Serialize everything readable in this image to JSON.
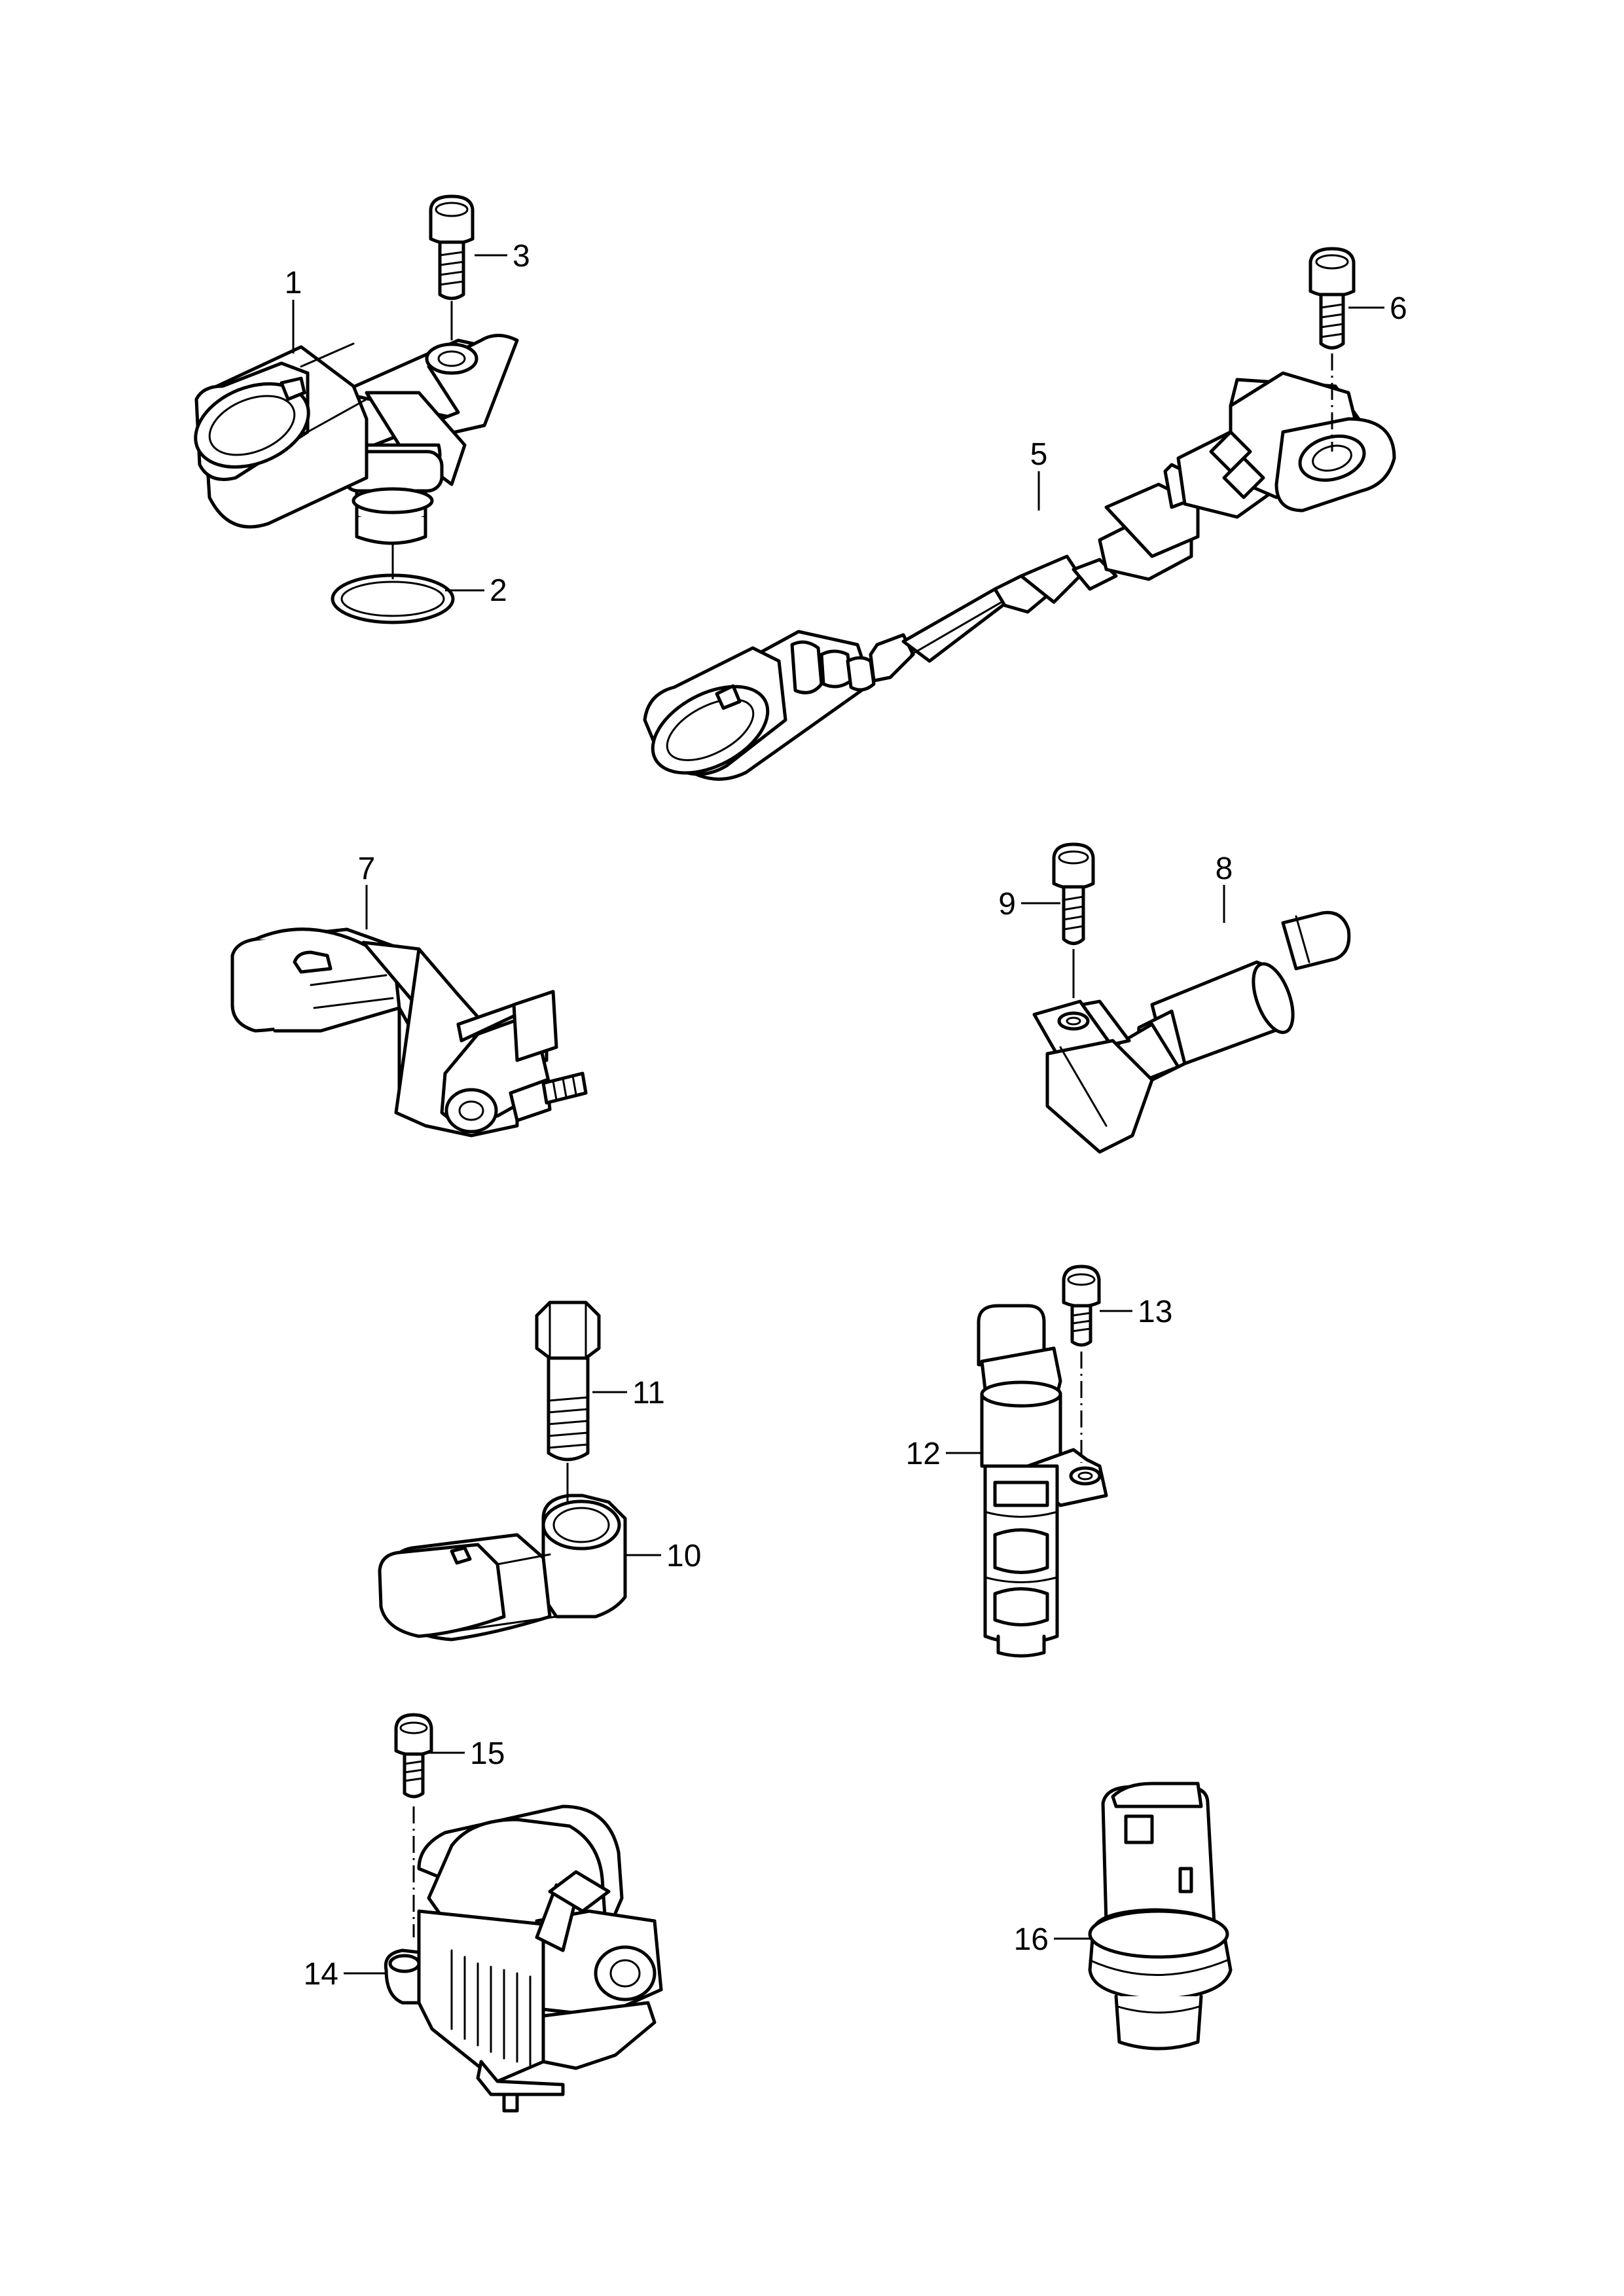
{
  "callouts": {
    "c1": "1",
    "c2": "2",
    "c3": "3",
    "c5": "5",
    "c6": "6",
    "c7": "7",
    "c8": "8",
    "c9": "9",
    "c10": "10",
    "c11": "11",
    "c12": "12",
    "c13": "13",
    "c14": "14",
    "c15": "15",
    "c16": "16"
  },
  "colors": {
    "line": "#000000",
    "background": "#ffffff"
  }
}
